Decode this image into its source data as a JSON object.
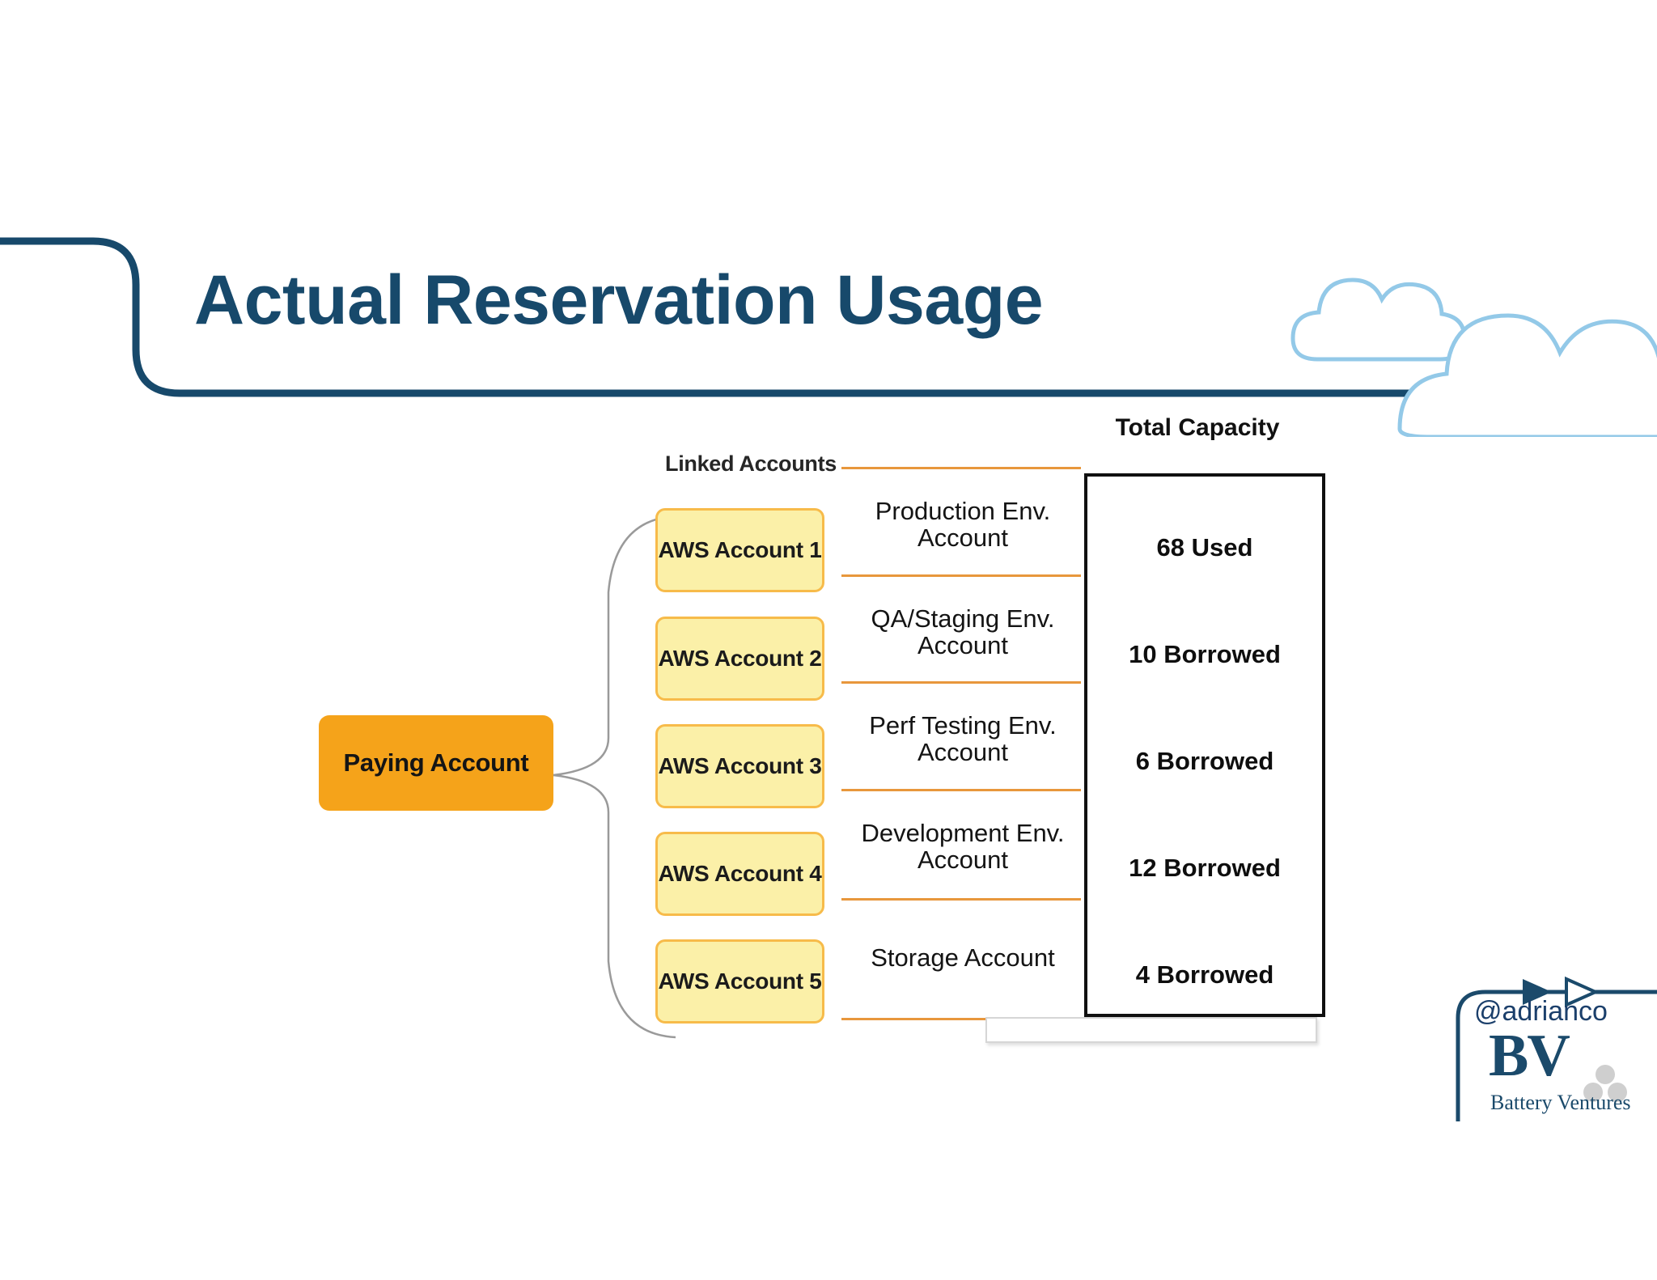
{
  "slide": {
    "title": "Actual Reservation Usage",
    "title_color": "#17496b",
    "background": "#ffffff"
  },
  "diagram": {
    "linked_accounts_label": "Linked Accounts",
    "total_capacity_label": "Total Capacity",
    "paying_account_label": "Paying Account",
    "paying_account_color": "#F5A31A",
    "account_box_fill": "#FBF0A8",
    "account_box_border": "#F7BB4A",
    "divider_color": "#E8973C",
    "capacity_box_border": "#101010",
    "accounts": [
      {
        "box_label": "AWS Account 1",
        "env_line1": "Production Env.",
        "env_line2": "Account",
        "capacity": "68 Used"
      },
      {
        "box_label": "AWS Account 2",
        "env_line1": "QA/Staging Env.",
        "env_line2": "Account",
        "capacity": "10 Borrowed"
      },
      {
        "box_label": "AWS Account 3",
        "env_line1": "Perf Testing Env.",
        "env_line2": "Account",
        "capacity": "6 Borrowed"
      },
      {
        "box_label": "AWS Account 4",
        "env_line1": "Development Env.",
        "env_line2": "Account",
        "capacity": "12 Borrowed"
      },
      {
        "box_label": "AWS Account 5",
        "env_line1": "Storage Account",
        "env_line2": "",
        "capacity": "4 Borrowed"
      }
    ]
  },
  "footer": {
    "handle": "@adrianco",
    "logo_mark": "BV",
    "logo_name": "Battery Ventures",
    "logo_color": "#1b4a6b"
  }
}
